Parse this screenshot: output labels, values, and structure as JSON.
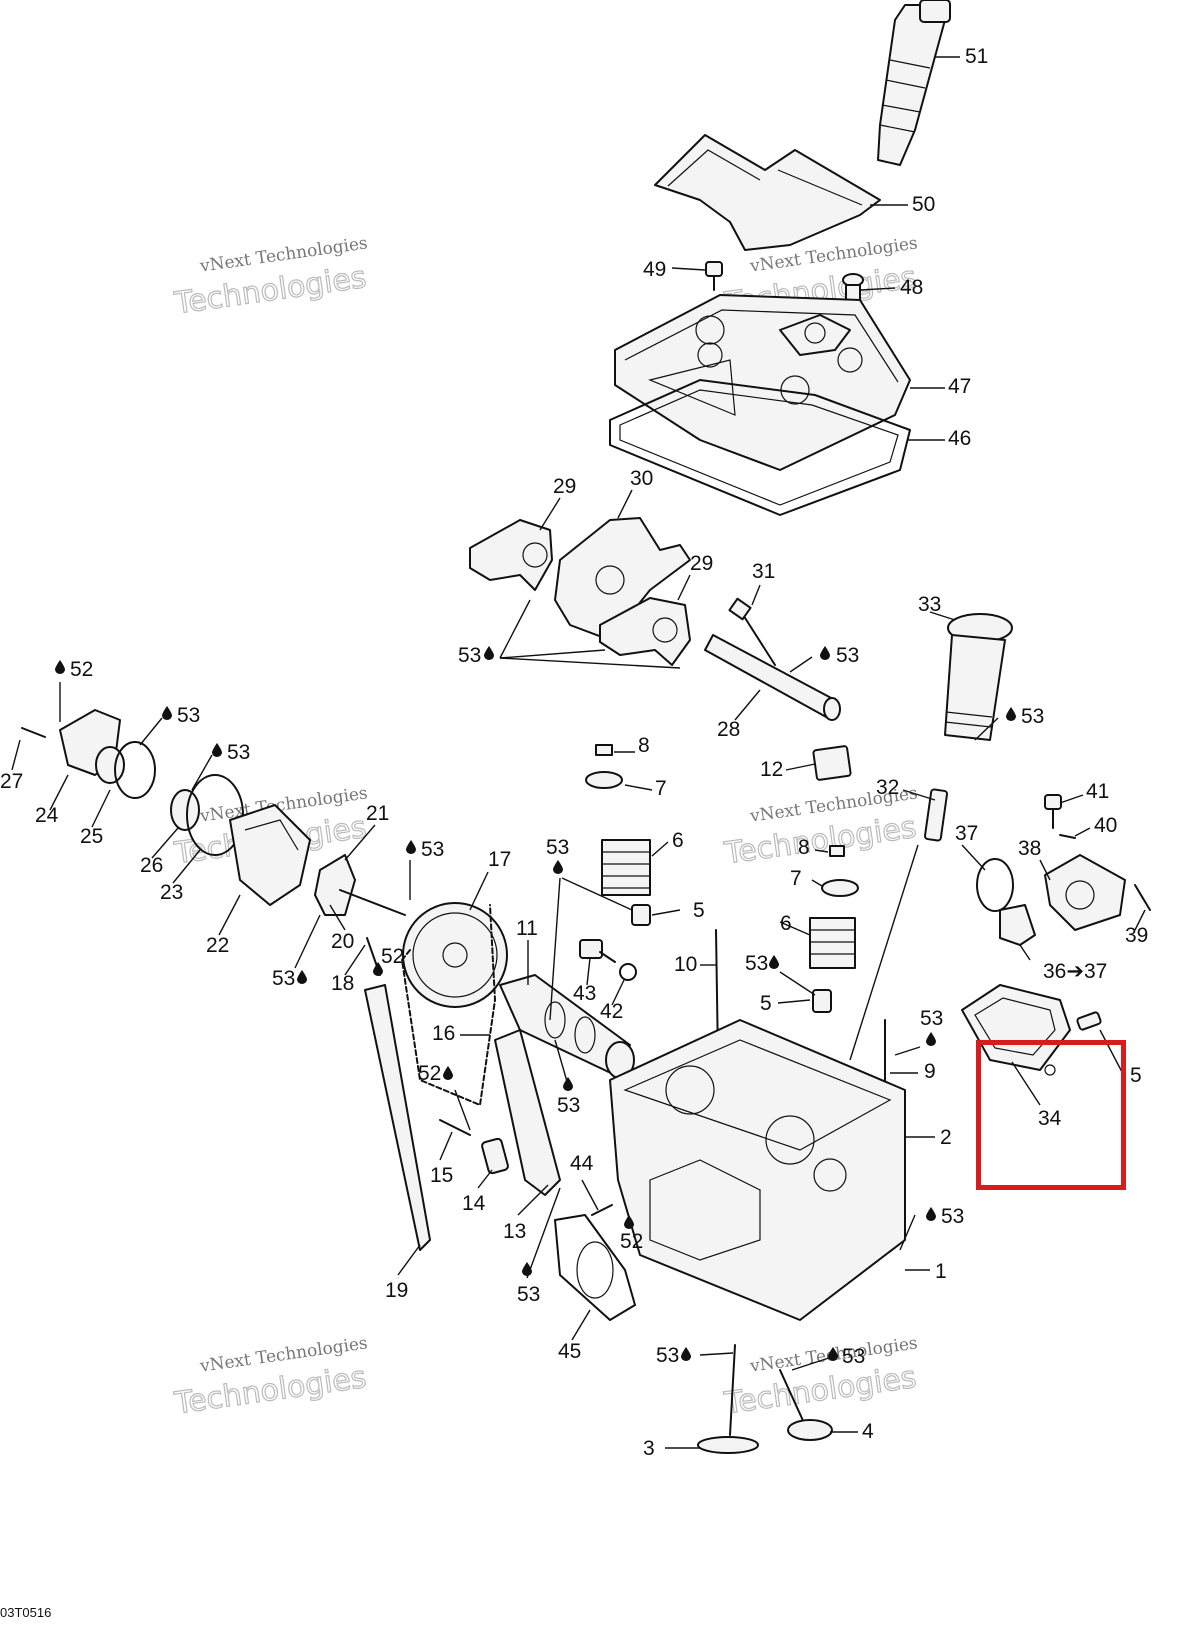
{
  "diagram": {
    "drawing_code": "03T0516",
    "highlight_color": "#d81b1b",
    "watermark": {
      "line1": "vNext Technologies",
      "line2": "Technologies"
    },
    "callouts": {
      "c51": "51",
      "c50": "50",
      "c49": "49",
      "c48": "48",
      "c47": "47",
      "c46": "46",
      "c29a": "29",
      "c30": "30",
      "c29b": "29",
      "c31": "31",
      "c33": "33",
      "c53a": "53",
      "c53b": "53",
      "c28": "28",
      "c53c": "53",
      "c52a": "52",
      "c53d": "53",
      "c53e": "53",
      "c27": "27",
      "c24": "24",
      "c25": "25",
      "c26": "26",
      "c23": "23",
      "c22": "22",
      "c21": "21",
      "c20": "20",
      "c53f": "53",
      "c18": "18",
      "c52b": "52",
      "c53g": "53",
      "c17": "17",
      "c8a": "8",
      "c7a": "7",
      "c6a": "6",
      "c12": "12",
      "c32": "32",
      "c41": "41",
      "c40": "40",
      "c37": "37",
      "c38": "38",
      "c39": "39",
      "c36": "36➔37",
      "c53h": "53",
      "c5a": "5",
      "c8b": "8",
      "c7b": "7",
      "c6b": "6",
      "c11": "11",
      "c43": "43",
      "c42": "42",
      "c10": "10",
      "c53i": "53",
      "c5b": "5",
      "c53j": "53",
      "c9": "9",
      "c5c": "5",
      "c34": "34",
      "c16": "16",
      "c52c": "52",
      "c53k": "53",
      "c2": "2",
      "c15": "15",
      "c14": "14",
      "c44": "44",
      "c13": "13",
      "c52d": "52",
      "c53l": "53",
      "c1": "1",
      "c19": "19",
      "c53m": "53",
      "c45": "45",
      "c53n": "53",
      "c53o": "53",
      "c3": "3",
      "c4": "4"
    }
  }
}
